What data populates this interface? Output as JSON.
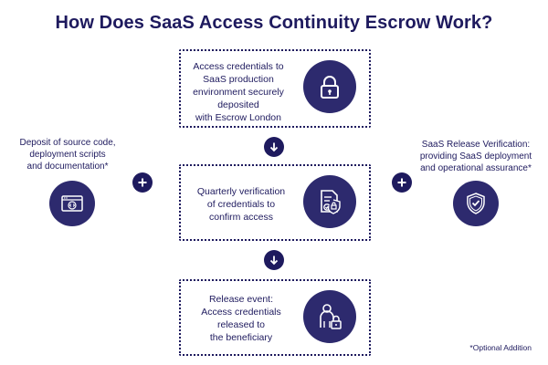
{
  "title": "How Does SaaS Access Continuity Escrow Work?",
  "steps": [
    {
      "lines": [
        "Access credentials to",
        "SaaS production",
        "environment securely",
        "deposited",
        "with Escrow London"
      ],
      "icon": "padlock-icon"
    },
    {
      "lines": [
        "Quarterly verification",
        "of credentials to",
        "confirm access"
      ],
      "icon": "document-shield-icon"
    },
    {
      "lines": [
        "Release event:",
        "Access credentials",
        "released to",
        "the beneficiary"
      ],
      "icon": "person-lock-icon"
    }
  ],
  "left_option": {
    "lines": [
      "Deposit of source code,",
      "deployment scripts",
      "and documentation*"
    ],
    "icon": "code-window-icon"
  },
  "right_option": {
    "lines": [
      "SaaS Release Verification:",
      "providing SaaS deployment",
      "and operational assurance*"
    ],
    "icon": "shield-check-icon"
  },
  "footnote": "*Optional Addition",
  "colors": {
    "primary": "#1e1a5e",
    "icon_fill": "#2d2a6e",
    "background": "#ffffff"
  }
}
